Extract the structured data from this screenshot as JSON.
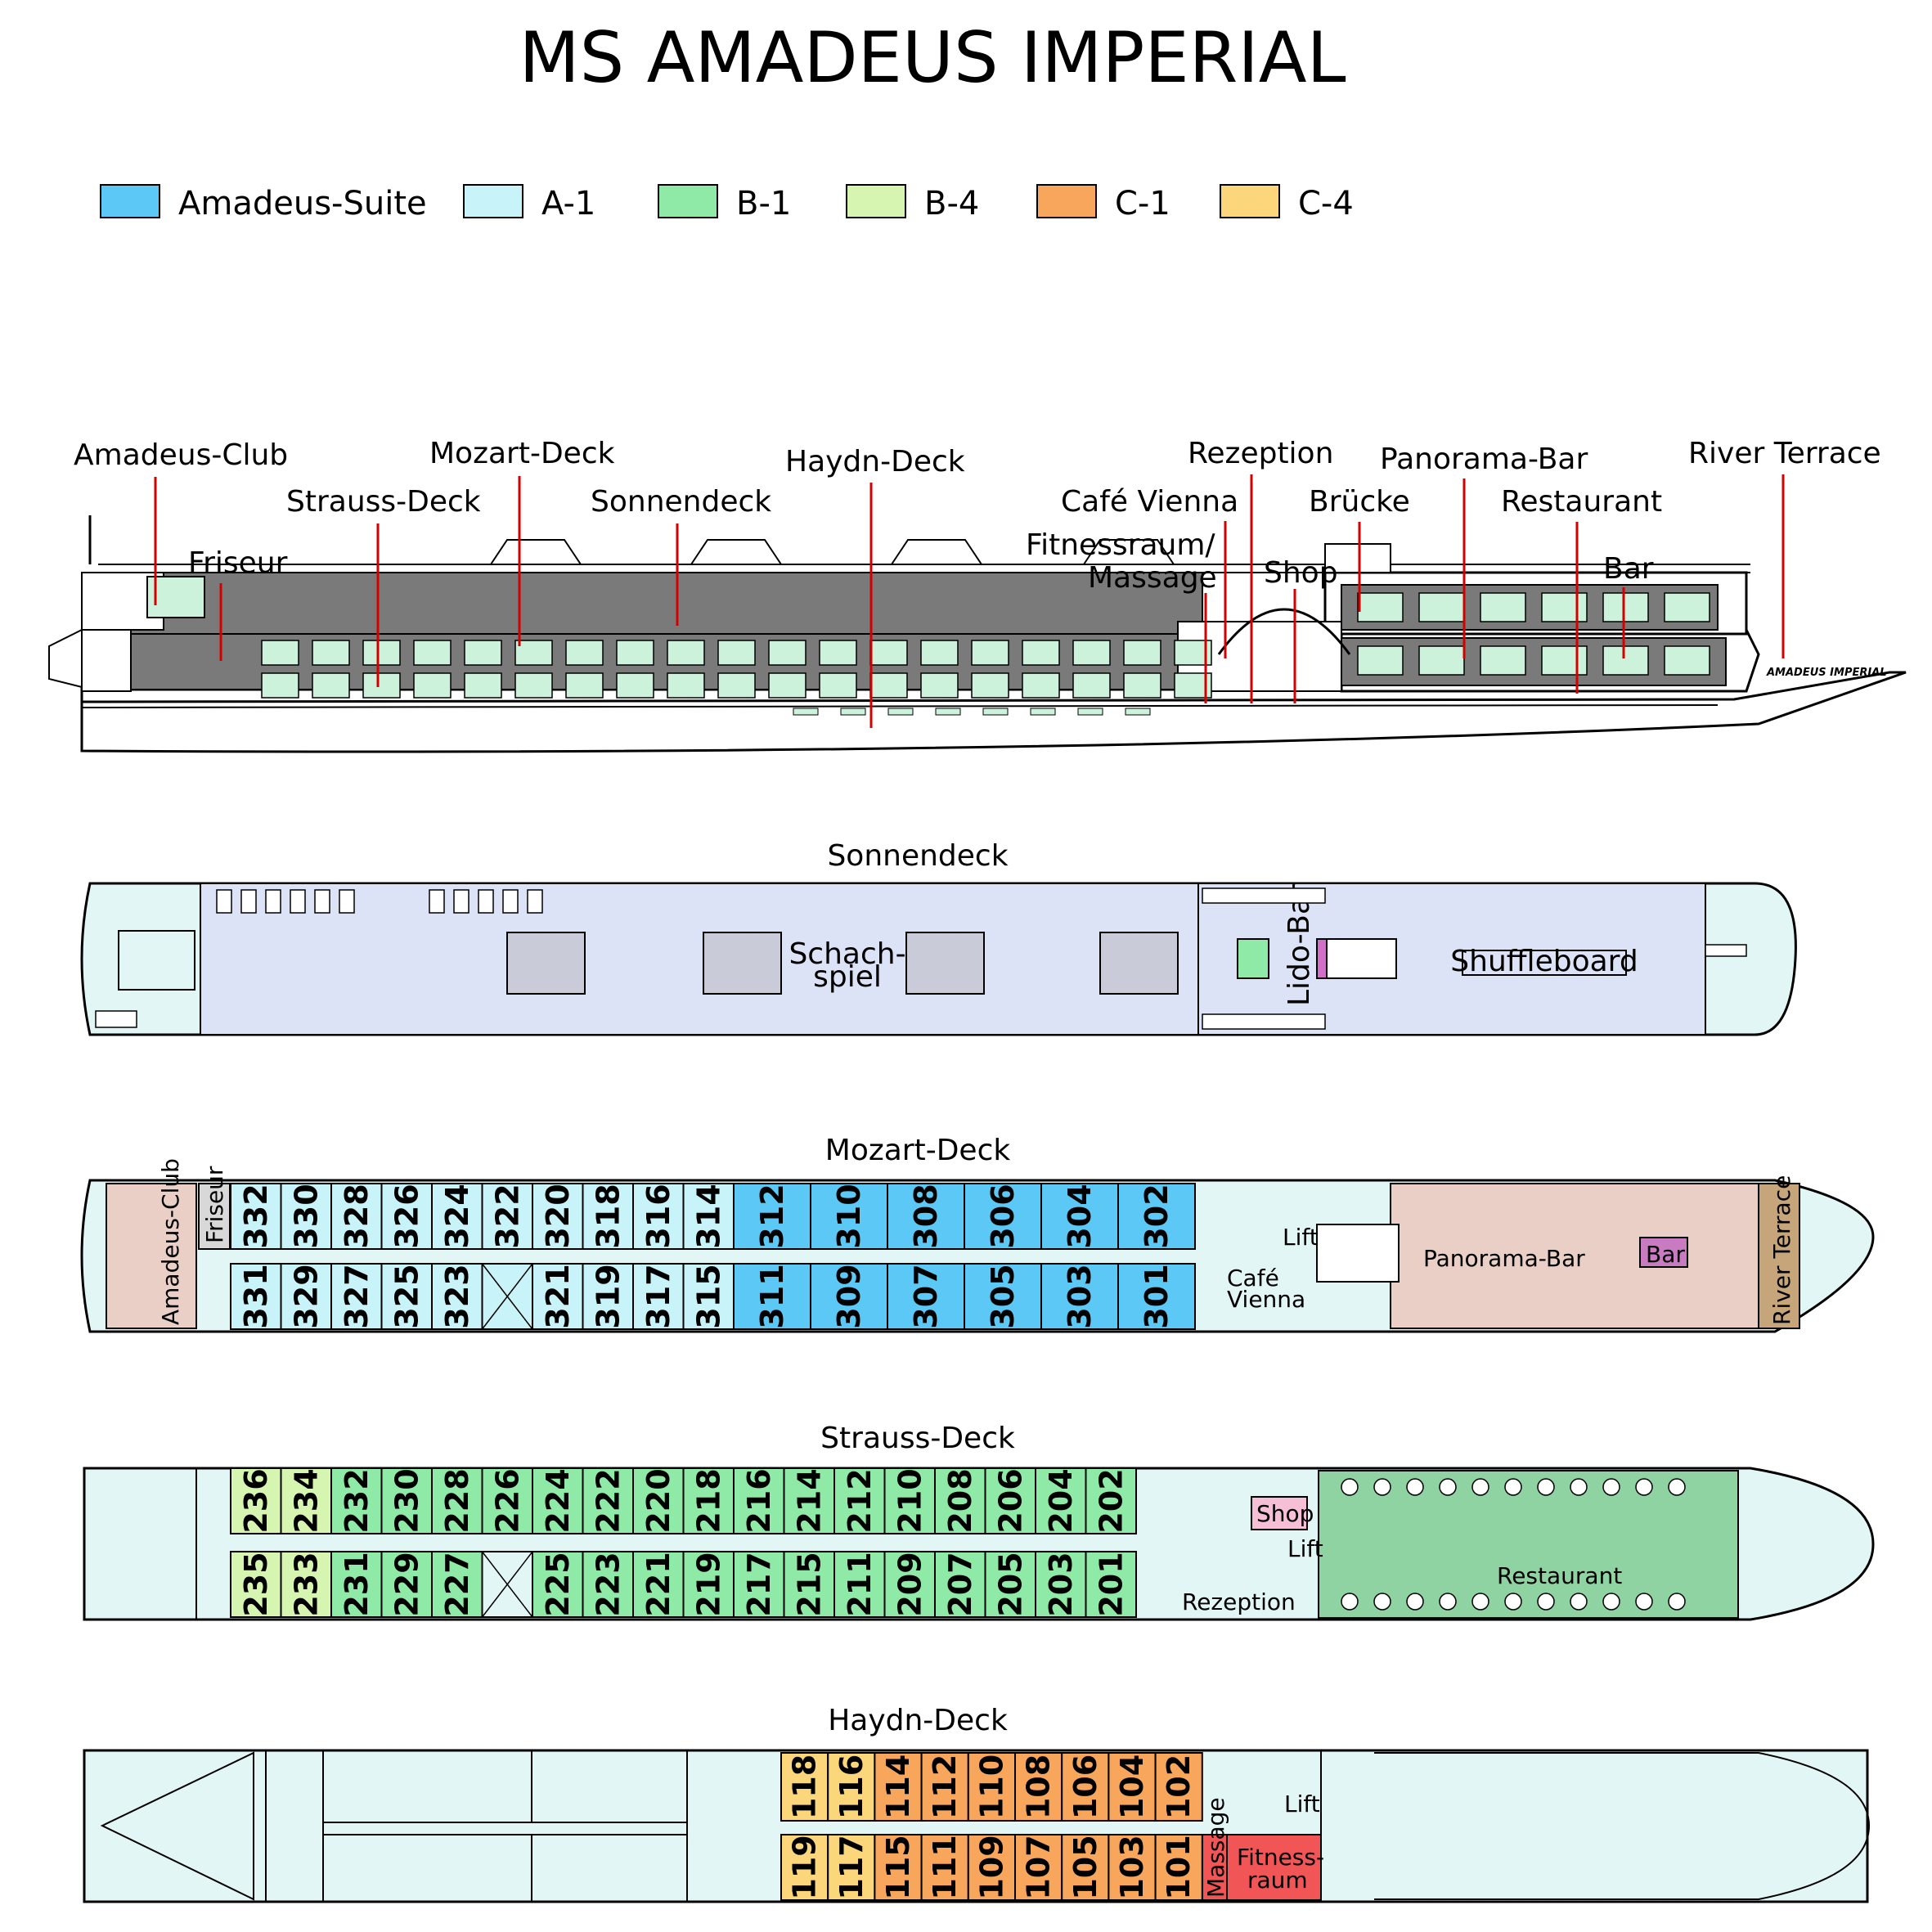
{
  "title": "MS AMADEUS IMPERIAL",
  "colors": {
    "Amadeus-Suite": "#5bc8f5",
    "A-1": "#c8f3f8",
    "B-1": "#8eeaa6",
    "B-4": "#d6f5b0",
    "C-1": "#f7a65c",
    "C-4": "#fcd67a",
    "sun": "#dde3f7",
    "hull": "#e3f6f6",
    "lounge": "#e9cfc6",
    "restaurant": "#8fd3a2",
    "terrace": "#c7a57a",
    "shop": "#f7bfd6",
    "fitness": "#f25555",
    "line": "#d40000"
  },
  "legend": [
    {
      "label": "Amadeus-Suite",
      "key": "Amadeus-Suite"
    },
    {
      "label": "A-1",
      "key": "A-1"
    },
    {
      "label": "B-1",
      "key": "B-1"
    },
    {
      "label": "B-4",
      "key": "B-4"
    },
    {
      "label": "C-1",
      "key": "C-1"
    },
    {
      "label": "C-4",
      "key": "C-4"
    }
  ],
  "profile": {
    "ship_name": "AMADEUS IMPERIAL",
    "labels": [
      "Amadeus-Club",
      "Friseur",
      "Strauss-Deck",
      "Mozart-Deck",
      "Sonnendeck",
      "Haydn-Deck",
      "Café Vienna",
      "Fitnessraum/",
      "Massage",
      "Rezeption",
      "Shop",
      "Brücke",
      "Panorama-Bar",
      "Restaurant",
      "Bar",
      "River Terrace"
    ]
  },
  "sonnendeck": {
    "name": "Sonnendeck",
    "labels": [
      "Schach-",
      "spiel",
      "Lido-Bar",
      "Shuffleboard"
    ]
  },
  "mozart": {
    "name": "Mozart-Deck",
    "top": [
      {
        "n": "332",
        "c": "A-1"
      },
      {
        "n": "330",
        "c": "A-1"
      },
      {
        "n": "328",
        "c": "A-1"
      },
      {
        "n": "326",
        "c": "A-1"
      },
      {
        "n": "324",
        "c": "A-1"
      },
      {
        "n": "322",
        "c": "A-1"
      },
      {
        "n": "320",
        "c": "A-1"
      },
      {
        "n": "318",
        "c": "A-1"
      },
      {
        "n": "316",
        "c": "A-1"
      },
      {
        "n": "314",
        "c": "A-1"
      },
      {
        "n": "312",
        "c": "Amadeus-Suite"
      },
      {
        "n": "310",
        "c": "Amadeus-Suite"
      },
      {
        "n": "308",
        "c": "Amadeus-Suite"
      },
      {
        "n": "306",
        "c": "Amadeus-Suite"
      },
      {
        "n": "304",
        "c": "Amadeus-Suite"
      },
      {
        "n": "302",
        "c": "Amadeus-Suite"
      }
    ],
    "bottom": [
      {
        "n": "331",
        "c": "A-1"
      },
      {
        "n": "329",
        "c": "A-1"
      },
      {
        "n": "327",
        "c": "A-1"
      },
      {
        "n": "325",
        "c": "A-1"
      },
      {
        "n": "323",
        "c": "A-1"
      },
      {
        "n": "",
        "c": "A-1"
      },
      {
        "n": "321",
        "c": "A-1"
      },
      {
        "n": "319",
        "c": "A-1"
      },
      {
        "n": "317",
        "c": "A-1"
      },
      {
        "n": "315",
        "c": "A-1"
      },
      {
        "n": "311",
        "c": "Amadeus-Suite"
      },
      {
        "n": "309",
        "c": "Amadeus-Suite"
      },
      {
        "n": "307",
        "c": "Amadeus-Suite"
      },
      {
        "n": "305",
        "c": "Amadeus-Suite"
      },
      {
        "n": "303",
        "c": "Amadeus-Suite"
      },
      {
        "n": "301",
        "c": "Amadeus-Suite"
      }
    ],
    "labels": [
      "Amadeus-Club",
      "Friseur",
      "Lift",
      "Café",
      "Vienna",
      "Panorama-Bar",
      "Bar",
      "River Terrace"
    ]
  },
  "strauss": {
    "name": "Strauss-Deck",
    "top": [
      {
        "n": "236",
        "c": "B-4"
      },
      {
        "n": "234",
        "c": "B-4"
      },
      {
        "n": "232",
        "c": "B-1"
      },
      {
        "n": "230",
        "c": "B-1"
      },
      {
        "n": "228",
        "c": "B-1"
      },
      {
        "n": "226",
        "c": "B-1"
      },
      {
        "n": "224",
        "c": "B-1"
      },
      {
        "n": "222",
        "c": "B-1"
      },
      {
        "n": "220",
        "c": "B-1"
      },
      {
        "n": "218",
        "c": "B-1"
      },
      {
        "n": "216",
        "c": "B-1"
      },
      {
        "n": "214",
        "c": "B-1"
      },
      {
        "n": "212",
        "c": "B-1"
      },
      {
        "n": "210",
        "c": "B-1"
      },
      {
        "n": "208",
        "c": "B-1"
      },
      {
        "n": "206",
        "c": "B-1"
      },
      {
        "n": "204",
        "c": "B-1"
      },
      {
        "n": "202",
        "c": "B-1"
      }
    ],
    "bottom": [
      {
        "n": "235",
        "c": "B-4"
      },
      {
        "n": "233",
        "c": "B-4"
      },
      {
        "n": "231",
        "c": "B-1"
      },
      {
        "n": "229",
        "c": "B-1"
      },
      {
        "n": "227",
        "c": "B-1"
      },
      {
        "n": "",
        "c": "hull"
      },
      {
        "n": "225",
        "c": "B-1"
      },
      {
        "n": "223",
        "c": "B-1"
      },
      {
        "n": "221",
        "c": "B-1"
      },
      {
        "n": "219",
        "c": "B-1"
      },
      {
        "n": "217",
        "c": "B-1"
      },
      {
        "n": "215",
        "c": "B-1"
      },
      {
        "n": "211",
        "c": "B-1"
      },
      {
        "n": "209",
        "c": "B-1"
      },
      {
        "n": "207",
        "c": "B-1"
      },
      {
        "n": "205",
        "c": "B-1"
      },
      {
        "n": "203",
        "c": "B-1"
      },
      {
        "n": "201",
        "c": "B-1"
      }
    ],
    "labels": [
      "Shop",
      "Lift",
      "Rezeption",
      "Restaurant"
    ]
  },
  "haydn": {
    "name": "Haydn-Deck",
    "top": [
      {
        "n": "118",
        "c": "C-4"
      },
      {
        "n": "116",
        "c": "C-4"
      },
      {
        "n": "114",
        "c": "C-1"
      },
      {
        "n": "112",
        "c": "C-1"
      },
      {
        "n": "110",
        "c": "C-1"
      },
      {
        "n": "108",
        "c": "C-1"
      },
      {
        "n": "106",
        "c": "C-1"
      },
      {
        "n": "104",
        "c": "C-1"
      },
      {
        "n": "102",
        "c": "C-1"
      }
    ],
    "bottom": [
      {
        "n": "119",
        "c": "C-4"
      },
      {
        "n": "117",
        "c": "C-4"
      },
      {
        "n": "115",
        "c": "C-1"
      },
      {
        "n": "111",
        "c": "C-1"
      },
      {
        "n": "109",
        "c": "C-1"
      },
      {
        "n": "107",
        "c": "C-1"
      },
      {
        "n": "105",
        "c": "C-1"
      },
      {
        "n": "103",
        "c": "C-1"
      },
      {
        "n": "101",
        "c": "C-1"
      }
    ],
    "labels": [
      "Lift",
      "Massage",
      "Fitness-",
      "raum"
    ]
  }
}
